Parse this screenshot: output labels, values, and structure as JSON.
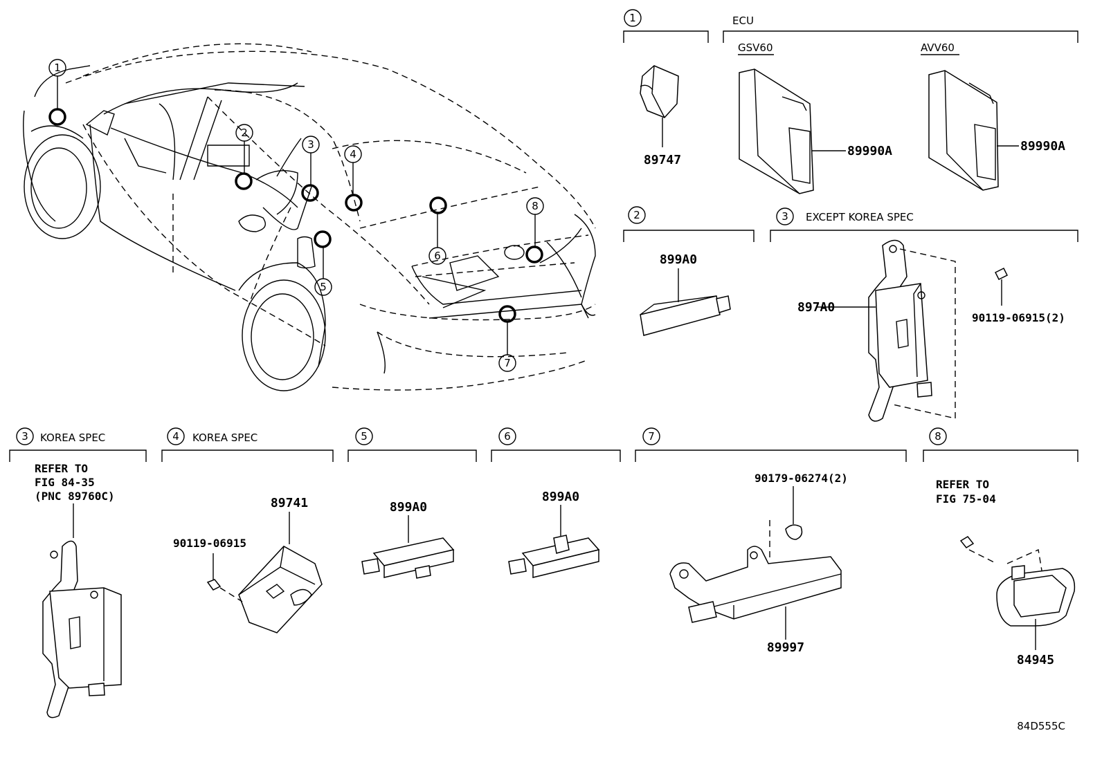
{
  "callouts": {
    "c1": "1",
    "c2": "2",
    "c3": "3",
    "c4": "4",
    "c5": "5",
    "c6": "6",
    "c7": "7",
    "c8": "8"
  },
  "sections": {
    "s1": {
      "num": "1",
      "part": "89747"
    },
    "ecu": {
      "title": "ECU",
      "gsv_label": "GSV60",
      "avv_label": "AVV60",
      "gsv_part": "89990A",
      "avv_part": "89990A"
    },
    "s2": {
      "num": "2",
      "part": "899A0"
    },
    "s3_except": {
      "num": "3",
      "label": "EXCEPT  KOREA SPEC",
      "part": "897A0",
      "bolt": "90119-06915(2)"
    },
    "s3_korea": {
      "num": "3",
      "label": "KOREA SPEC",
      "ref1": "REFER TO",
      "ref2": "FIG 84-35",
      "ref3": "(PNC 89760C)"
    },
    "s4_korea": {
      "num": "4",
      "label": "KOREA SPEC",
      "part": "89741",
      "bolt": "90119-06915"
    },
    "s5": {
      "num": "5",
      "part": "899A0"
    },
    "s6": {
      "num": "6",
      "part": "899A0"
    },
    "s7": {
      "num": "7",
      "part": "89997",
      "nut": "90179-06274(2)"
    },
    "s8": {
      "num": "8",
      "ref1": "REFER TO",
      "ref2": "FIG 75-04",
      "part": "84945"
    }
  },
  "figure_code": "84D555C"
}
